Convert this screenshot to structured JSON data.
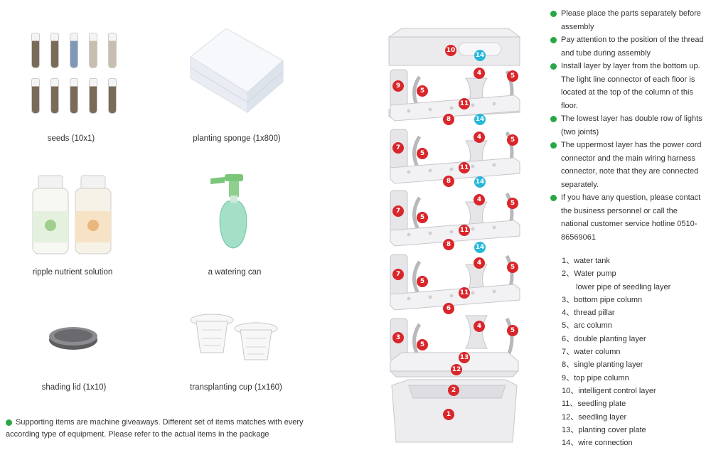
{
  "items": [
    {
      "id": "seeds",
      "caption": "seeds (10x1)"
    },
    {
      "id": "sponge",
      "caption": "planting sponge (1x800)"
    },
    {
      "id": "nutrient",
      "caption": "ripple nutrient solution"
    },
    {
      "id": "can",
      "caption": "a watering can"
    },
    {
      "id": "lid",
      "caption": "shading lid (1x10)"
    },
    {
      "id": "cup",
      "caption": "transplanting cup (1x160)"
    }
  ],
  "bottom_note": "Supporting items are machine giveaways. Different set of items matches with every according type of equipment. Please refer to the actual items in the package",
  "notes": [
    "Please place the parts separately before assembly",
    "Pay attention to the position of the thread and tube during assembly",
    "Install layer by layer from the bottom up. The light line connector of each floor is located at the top of the column of this floor.",
    "The lowest layer has double row of lights (two joints)",
    "The uppermost layer has the power cord connector and the main wiring  harness connector, note that they  are connected separately.",
    "If you have any question, please contact the business personnel or call the national customer service hotline 0510-86569061"
  ],
  "legend": [
    "1、water tank",
    "2、Water pump",
    "lower pipe of seedling layer",
    "3、bottom pipe column",
    "4、thread pillar",
    "5、arc column",
    "6、double planting layer",
    "7、water column",
    "8、single planting layer",
    "9、top pipe column",
    "10、intelligent control layer",
    "11、seedling plate",
    "12、seedling layer",
    "13、planting cover plate",
    "14、wire connection"
  ],
  "badges": {
    "b10": "10",
    "b14a": "14",
    "b4a": "4",
    "b9": "9",
    "b5a": "5",
    "b5b": "5",
    "b11a": "11",
    "b8a": "8",
    "b14b": "14",
    "b4b": "4",
    "b7a": "7",
    "b5c": "5",
    "b5d": "5",
    "b11b": "11",
    "b8b": "8",
    "b14c": "14",
    "b4c": "4",
    "b7b": "7",
    "b5e": "5",
    "b5f": "5",
    "b11c": "11",
    "b8c": "8",
    "b14d": "14",
    "b4d": "4",
    "b7c": "7",
    "b5g": "5",
    "b5h": "5",
    "b11d": "11",
    "b6": "6",
    "b4e": "4",
    "b3": "3",
    "b5i": "5",
    "b5j": "5",
    "b13": "13",
    "b12": "12",
    "b2": "2",
    "b1": "1"
  },
  "colors": {
    "badge_red": "#d9262b",
    "badge_cyan": "#27b7d8",
    "bullet": "#28a745"
  }
}
